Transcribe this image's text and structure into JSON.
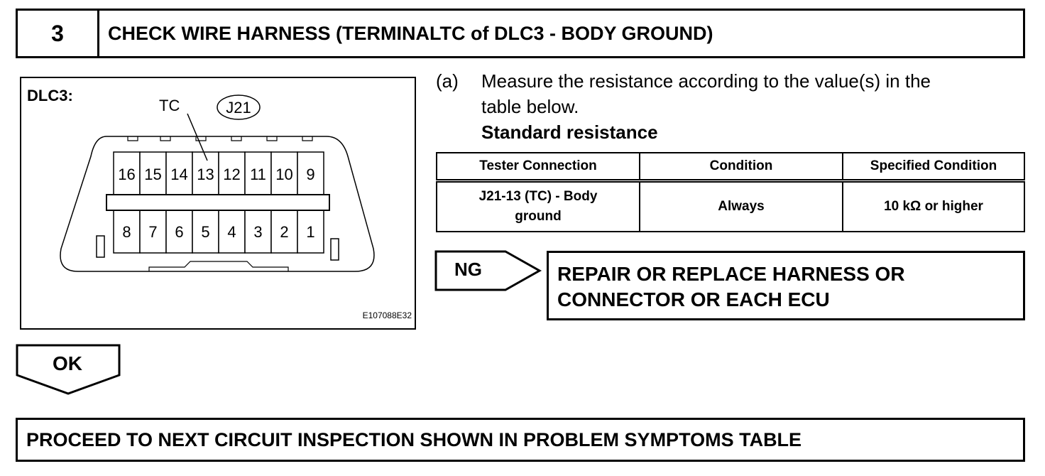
{
  "step": {
    "number": "3",
    "title": "CHECK WIRE HARNESS (TERMINALTC of DLC3 - BODY GROUND)"
  },
  "diagram": {
    "label": "DLC3:",
    "terminal_label": "TC",
    "connector_id": "J21",
    "top_pins": [
      "16",
      "15",
      "14",
      "13",
      "12",
      "11",
      "10",
      "9"
    ],
    "bottom_pins": [
      "8",
      "7",
      "6",
      "5",
      "4",
      "3",
      "2",
      "1"
    ],
    "figure_code": "E107088E32"
  },
  "instruction": {
    "marker": "(a)",
    "line1": "Measure the resistance according to the value(s) in the",
    "line2": "table below.",
    "subheading": "Standard resistance"
  },
  "table": {
    "headers": [
      "Tester Connection",
      "Condition",
      "Specified Condition"
    ],
    "row": {
      "connection_line1": "J21-13 (TC) - Body",
      "connection_line2": "ground",
      "condition": "Always",
      "specified": "10 kΩ or higher"
    }
  },
  "ng": {
    "label": "NG",
    "action_line1": "REPAIR OR REPLACE HARNESS OR",
    "action_line2": "CONNECTOR OR EACH ECU"
  },
  "ok": {
    "label": "OK"
  },
  "proceed": {
    "text": "PROCEED TO NEXT CIRCUIT INSPECTION SHOWN IN PROBLEM SYMPTOMS TABLE"
  }
}
